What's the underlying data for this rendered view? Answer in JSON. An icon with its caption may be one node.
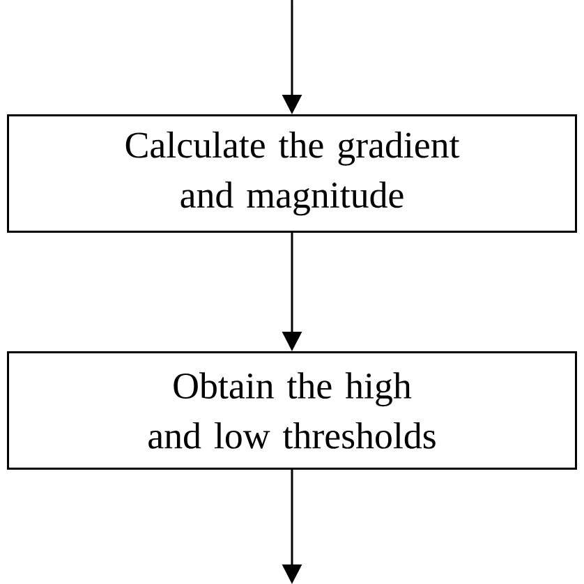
{
  "diagram": {
    "nodes": [
      {
        "text": [
          "Calculate the gradient and magnitude"
        ]
      },
      {
        "text": [
          "Obtain the high and low thresholds"
        ]
      }
    ],
    "edges": [
      {
        "from": null,
        "to": 0,
        "arrow": "to"
      },
      {
        "from": 0,
        "to": 1,
        "arrow": "to"
      },
      {
        "from": 1,
        "to": null,
        "arrow": "to"
      }
    ]
  }
}
